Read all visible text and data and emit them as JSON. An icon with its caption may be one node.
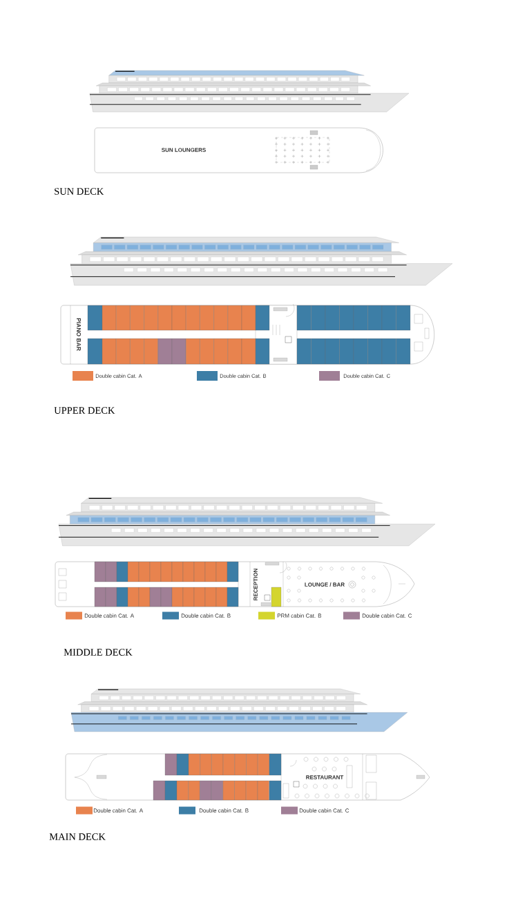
{
  "diagram": {
    "labels": [
      "SUN LOUNGERS",
      "SUN DECK",
      "PIANO BAR",
      "UPPER DECK",
      "RECEPTION",
      "LOUNGE / BAR",
      "MIDDLE DECK",
      "RESTAURANT",
      "MAIN DECK"
    ],
    "legend": [
      {
        "text": "Double cabin Cat. A",
        "color": "#e8834e"
      },
      {
        "text": "Double cabin Cat. B",
        "color": "#3d7ea6"
      },
      {
        "text": "Double cabin Cat. C",
        "color": "#a07f96"
      },
      {
        "text": "Double cabin Cat. A",
        "color": "#e8834e"
      },
      {
        "text": "Double cabin Cat. B",
        "color": "#3d7ea6"
      },
      {
        "text": "PRM cabin Cat. B",
        "color": "#d4d52e"
      },
      {
        "text": "Double cabin Cat. C",
        "color": "#a07f96"
      },
      {
        "text": "Double cabin Cat. A",
        "color": "#e8834e"
      },
      {
        "text": "Double cabin Cat. B",
        "color": "#3d7ea6"
      },
      {
        "text": "Double cabin Cat. C",
        "color": "#a07f96"
      }
    ]
  }
}
